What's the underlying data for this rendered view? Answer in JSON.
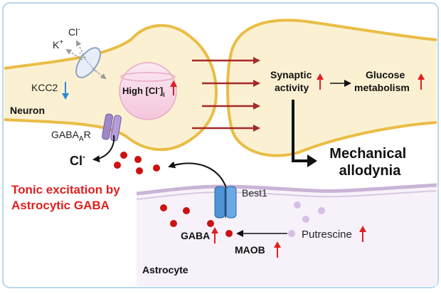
{
  "labels": {
    "cl_top": "Cl",
    "cl_top_sup": "-",
    "k_ion": "K",
    "k_ion_sup": "+",
    "kcc2": "KCC2",
    "neuron": "Neuron",
    "high_cl_prefix": "High [Cl",
    "high_cl_sup": "-",
    "high_cl_suffix": "]",
    "high_cl_sub": "i",
    "synaptic_line1": "Synaptic",
    "synaptic_line2": "activity",
    "glucose_line1": "Glucose",
    "glucose_line2": "metabolism",
    "mechanical_line1": "Mechanical",
    "mechanical_line2": "allodynia",
    "gaba_r": "GABA",
    "gaba_r_sub": "A",
    "gaba_r_suffix": "R",
    "cl_out": "Cl",
    "cl_out_sup": "-",
    "tonic_line1": "Tonic excitation by",
    "tonic_line2": "Astrocytic GABA",
    "best1": "Best1",
    "gaba": "GABA",
    "maob": "MAOB",
    "putrescine": "Putrescine",
    "astrocyte": "Astrocyte"
  },
  "colors": {
    "border": "#b9d6ee",
    "neuron_fill": "#fbf1d2",
    "neuron_outline": "#e9bd45",
    "astrocyte_fill": "#f7f2fa",
    "astrocyte_membrane": "#c9b4d6",
    "arrow_dark_red": "#a52a2a",
    "up_arrow_red": "#e02020",
    "down_arrow_blue": "#2c88d8",
    "gaba_dot": "#cc1111",
    "putrescine_dot": "#d7bfe3",
    "gaba_receptor": "#9f87c8",
    "best1_channel": "#4f93d5",
    "tonic_text": "#e02020"
  },
  "icons": [
    "kcc2-transporter-icon",
    "cl-vesicle-icon",
    "gaba-a-receptor-icon",
    "best1-channel-icon"
  ]
}
